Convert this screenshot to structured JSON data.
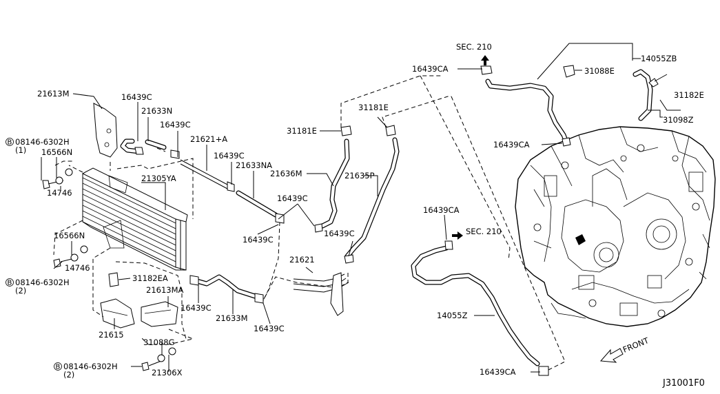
{
  "labels": {
    "sec210_top": "SEC. 210",
    "p16439CA_top": "16439CA",
    "p31088E": "31088E",
    "p14055ZB": "14055ZB",
    "p31182E": "31182E",
    "p31098Z": "31098Z",
    "p16439CA_mid": "16439CA",
    "p31181E_right": "31181E",
    "p31181E_left": "31181E",
    "p21636M": "21636M",
    "p21635P": "21635P",
    "p21613M": "21613M",
    "p16439C_a": "16439C",
    "p21633N": "21633N",
    "p16439C_b": "16439C",
    "bolt_top": "08146-6302H",
    "bolt_top_qty": "(1)",
    "p16566N_top": "16566N",
    "p14746_top": "14746",
    "p21621A": "21621+A",
    "p16439C_c": "16439C",
    "p21633NA": "21633NA",
    "p21305YA": "21305YA",
    "p16439C_d": "16439C",
    "p16439C_e": "16439C",
    "p16439C_f": "16439C",
    "p16439CA_lower": "16439CA",
    "sec210_mid": "SEC. 210",
    "p16566N_bot": "16566N",
    "p14746_bot": "14746",
    "bolt_mid": "08146-6302H",
    "bolt_mid_qty": "(2)",
    "p31182EA": "31182EA",
    "p21613MA": "21613MA",
    "p16439C_g": "16439C",
    "p21633M": "21633M",
    "p21621": "21621",
    "p16439C_h": "16439C",
    "p21615": "21615",
    "p31088G": "31088G",
    "bolt_bot": "08146-6302H",
    "bolt_bot_qty": "(2)",
    "p21306X": "21306X",
    "p14055Z": "14055Z",
    "p16439CA_bot": "16439CA",
    "front": "FRONT",
    "diagram_id": "J31001F0",
    "bolt_prefix": "B"
  }
}
